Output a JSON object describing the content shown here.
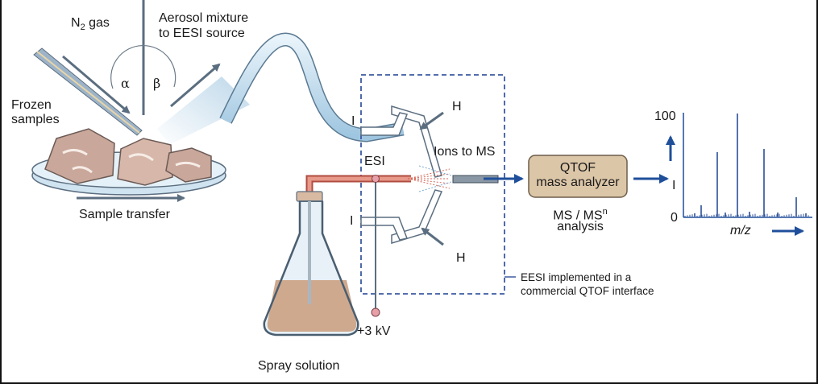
{
  "labels": {
    "n2_gas": "N",
    "n2_sub": "2",
    "n2_suffix": " gas",
    "aerosol_line1": "Aerosol mixture",
    "aerosol_line2": "to EESI source",
    "alpha": "α",
    "beta": "β",
    "frozen_line1": "Frozen",
    "frozen_line2": "samples",
    "sample_transfer": "Sample transfer",
    "spray_solution": "Spray solution",
    "esi": "ESI",
    "ions_to_ms": "Ions to MS",
    "i_top": "I",
    "i_bottom": "I",
    "h_top": "H",
    "h_bottom": "H",
    "voltage": "+3 kV",
    "qtof_line1": "QTOF",
    "qtof_line2": "mass analyzer",
    "ms_line1_a": "MS / MS",
    "ms_line1_sup": "n",
    "ms_line2": "analysis",
    "eesi_note_line1": "EESI implemented in a",
    "eesi_note_line2": "commercial QTOF interface",
    "spectrum_100": "100",
    "spectrum_i": "I",
    "spectrum_0": "0",
    "spectrum_mz": "m/z"
  },
  "colors": {
    "arrow": "#5b6e80",
    "tube": "#b9d7ea",
    "capillary": "#d87a6a",
    "box_dash": "#3d5aa0",
    "qtof_fill": "#dcc6a8",
    "spectrum": "#2c4f9a",
    "rock": "#c9a79a",
    "liquid": "#cfa98e"
  }
}
